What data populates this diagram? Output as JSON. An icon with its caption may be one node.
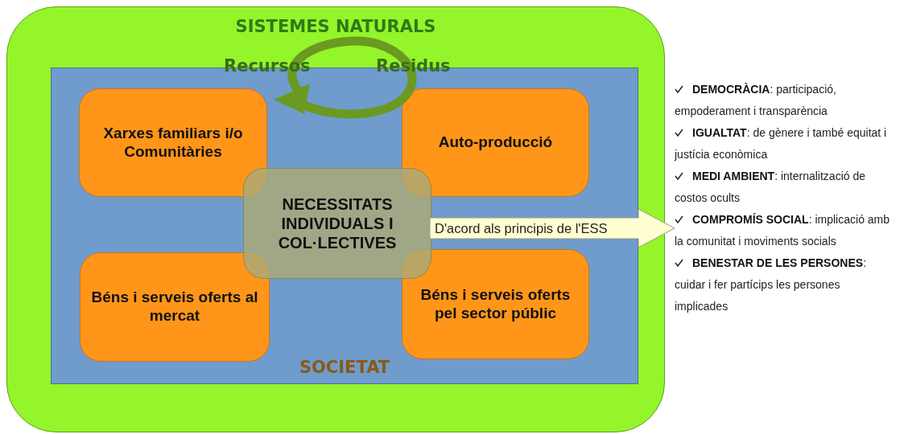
{
  "diagram": {
    "nodes": [
      {
        "text": [
          "SISTEMES NATURALS"
        ]
      },
      {
        "text": [
          "SOCIETAT"
        ],
        "in": 0
      },
      {
        "text": [
          "Xarxes familiars i/o Comunitàries"
        ],
        "in": 1
      },
      {
        "text": [
          "Auto-producció"
        ],
        "in": 1
      },
      {
        "text": [
          "Béns i serveis oferts al mercat"
        ],
        "in": 1
      },
      {
        "text": [
          "Béns i serveis oferts pel sector públic"
        ],
        "in": 1
      },
      {
        "text": [
          "NECESSITATS INDIVIDUALS I COL·LECTIVES"
        ],
        "in": 1
      },
      {
        "text": [
          "**DEMOCRÀCIA**: participació, empoderament i transparència",
          "**IGUALTAT**: de gènere i també equitat i justícia econòmica",
          "**MEDI AMBIENT**: internalització de costos ocults",
          "**COMPROMÍS SOCIAL**: implicació amb la comunitat i moviments socials",
          "**BENESTAR DE LES PERSONES**: cuidar i fer partícips les persones implicades"
        ]
      }
    ],
    "edges": [
      {
        "from": 6,
        "to": 7,
        "arrow": "to",
        "label": "D'acord als principis de l'ESS",
        "style": "thick"
      }
    ],
    "labels": [
      "Recursos",
      "Residus"
    ]
  }
}
